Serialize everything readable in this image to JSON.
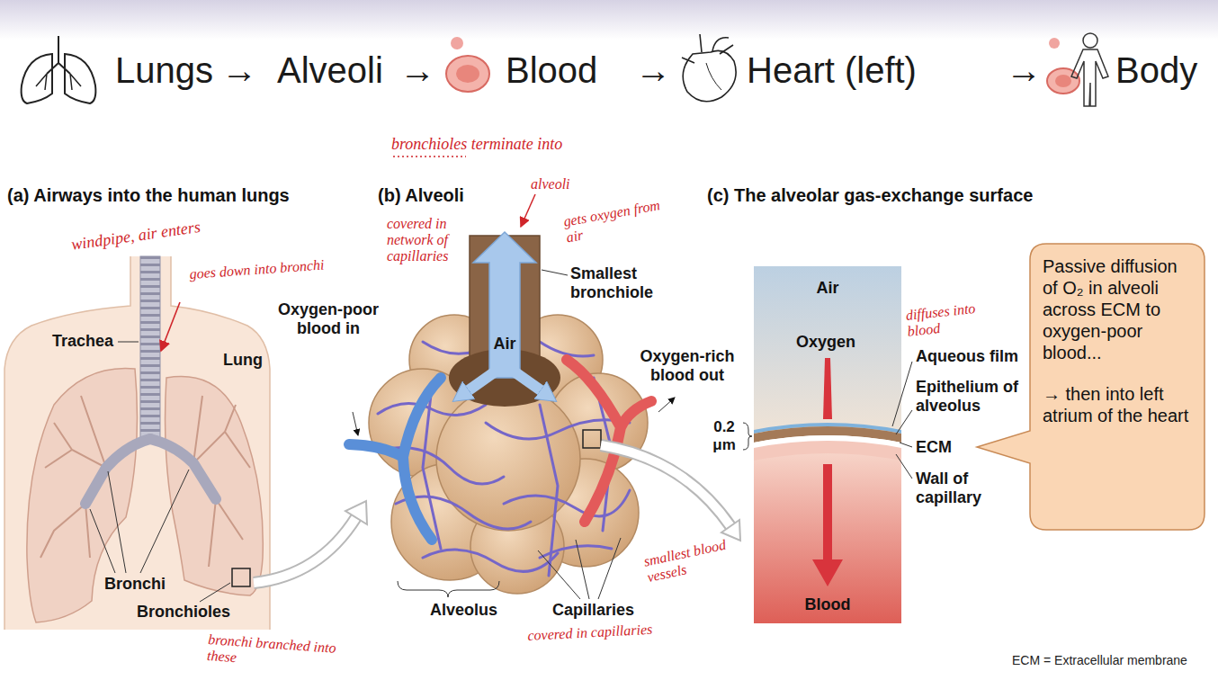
{
  "diagram": {
    "nodes": [
      {
        "text": [
          "Air",
          "Oxygen",
          "Blood"
        ]
      },
      {
        "text": [
          "Passive diffusion of O₂ in alveoli across ECM to oxygen-poor blood...",
          "→ then into left atrium of the heart"
        ]
      }
    ],
    "labels": [
      "Lungs",
      "→",
      "Alveoli",
      "→",
      "Blood",
      "→",
      "Heart (left)",
      "→",
      "Body",
      "(a) Airways into the human lungs",
      "windpipe, air enters",
      "Trachea",
      "goes down into bronchi",
      "Lung",
      "Bronchi",
      "Bronchioles",
      "bronchi branched into these",
      "(b) Alveoli",
      "bronchioles terminate into",
      "alveoli",
      "covered in network of capillaries",
      "gets oxygen from air",
      "Air",
      "Smallest bronchiole",
      "Oxygen-poor blood in",
      "Oxygen-rich blood out",
      "Alveolus",
      "Capillaries",
      "smallest blood vessels",
      "covered in capillaries",
      "(c) The alveolar gas-exchange surface",
      "diffuses into blood",
      "0.2 μm",
      "Aqueous film",
      "Epithelium of alveolus",
      "ECM",
      "Wall of capillary",
      "ECM = Extracellular membrane"
    ]
  }
}
